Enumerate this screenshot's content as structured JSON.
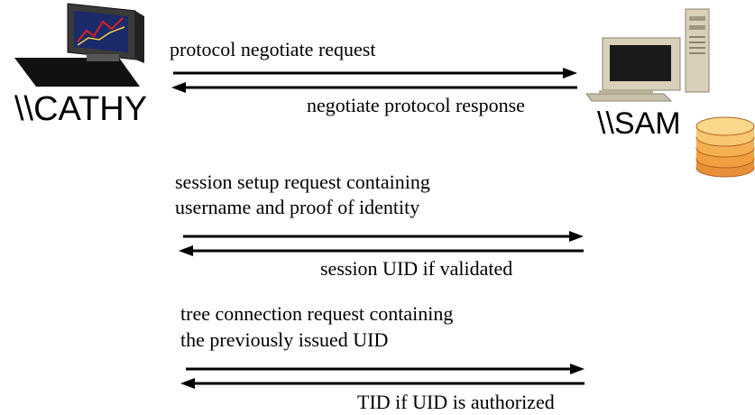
{
  "hosts": {
    "client": "\\\\CATHY",
    "server": "\\\\SAM"
  },
  "messages": [
    {
      "lines": [
        "protocol negotiate request"
      ],
      "direction": "right"
    },
    {
      "lines": [
        "negotiate protocol response"
      ],
      "direction": "left"
    },
    {
      "lines": [
        "session setup request containing",
        "username and proof of identity"
      ],
      "direction": "right"
    },
    {
      "lines": [
        "session UID if validated"
      ],
      "direction": "left"
    },
    {
      "lines": [
        "tree connection request containing",
        "the previously issued UID"
      ],
      "direction": "right"
    },
    {
      "lines": [
        "TID if UID is authorized"
      ],
      "direction": "left"
    }
  ],
  "colors": {
    "arrow": "#000000",
    "monitor_frame": "#2f2f2f",
    "screen": "#1a2a6a",
    "chart_line": "#e02020",
    "disk": "#f0a040"
  },
  "icons": {
    "client": "workstation-icon",
    "server": "server-computer-icon",
    "storage": "database-disk-icon"
  }
}
